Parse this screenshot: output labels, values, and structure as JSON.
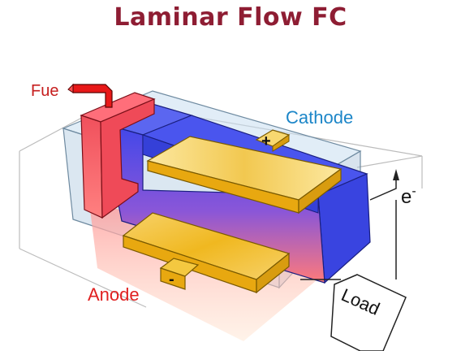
{
  "title": "Laminar Flow FC",
  "labels": {
    "fuel": "Fue",
    "cathode": "Cathode",
    "anode": "Anode",
    "electron": "e",
    "electron_sup": "-",
    "load": "Load",
    "plus": "+",
    "minus": "-"
  },
  "colors": {
    "title": "#8e1d33",
    "fuel_label": "#c61e1e",
    "cathode_label": "#1c86c8",
    "anode_label": "#e02020",
    "blue_channel": "#3b46e6",
    "red_channel": "#f05a66",
    "electrode_gold": "#f5c330"
  }
}
